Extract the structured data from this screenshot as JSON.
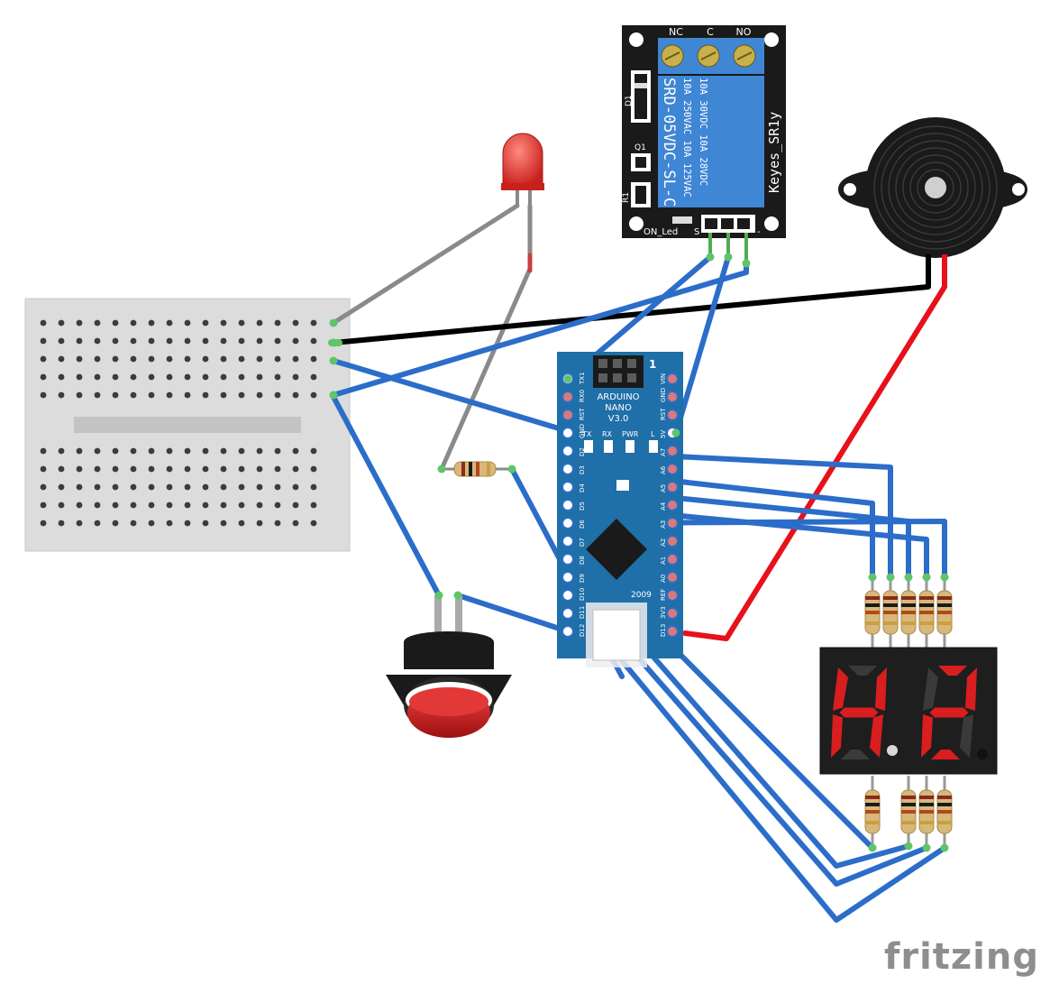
{
  "watermark": "fritzing",
  "relay": {
    "terminals": [
      "NC",
      "C",
      "NO"
    ],
    "spec_lines": [
      "SRD-05VDC-SL-C",
      "10A 250VAC  10A 125VAC",
      "10A  30VDC  10A  28VDC"
    ],
    "module_name": "Keyes_SR1y",
    "components": [
      "D1",
      "Q1",
      "R1"
    ],
    "led_label": "ON_Led",
    "pins": [
      "S",
      "-"
    ],
    "colors": {
      "pcb": "#1a1a1a",
      "body": "#3f86d4",
      "screw": "#c8b04a"
    }
  },
  "arduino": {
    "title": [
      "ARDUINO",
      "NANO",
      "V3.0"
    ],
    "top_labels": [
      "TX",
      "RX",
      "PWR",
      "L"
    ],
    "left_pins": [
      "TX1",
      "RX0",
      "RST",
      "GND",
      "D2",
      "D3",
      "D4",
      "D5",
      "D6",
      "D7",
      "D8",
      "D9",
      "D10",
      "D11",
      "D12"
    ],
    "right_pins": [
      "VIN",
      "GND",
      "RST",
      "5V",
      "A7",
      "A6",
      "A5",
      "A4",
      "A3",
      "A2",
      "A1",
      "A0",
      "REF",
      "3V3",
      "D13"
    ],
    "year": "2009",
    "header_mark": "1",
    "colors": {
      "board": "#1f6fa8",
      "chip": "#1a1a1a"
    }
  },
  "display": {
    "digits": [
      "H",
      "2"
    ],
    "colors": {
      "segment_on": "#d81e1e",
      "segment_off": "#3a3a3a",
      "body": "#1e1e1e"
    }
  },
  "components": {
    "led_color": "#e0302c",
    "button_color": "#cc1d1d",
    "buzzer_color": "#1a1a1a"
  },
  "wire_colors": {
    "signal": "#2b6dc9",
    "ground": "#000000",
    "power": "#e8101a",
    "led": "#8a8a8a"
  }
}
